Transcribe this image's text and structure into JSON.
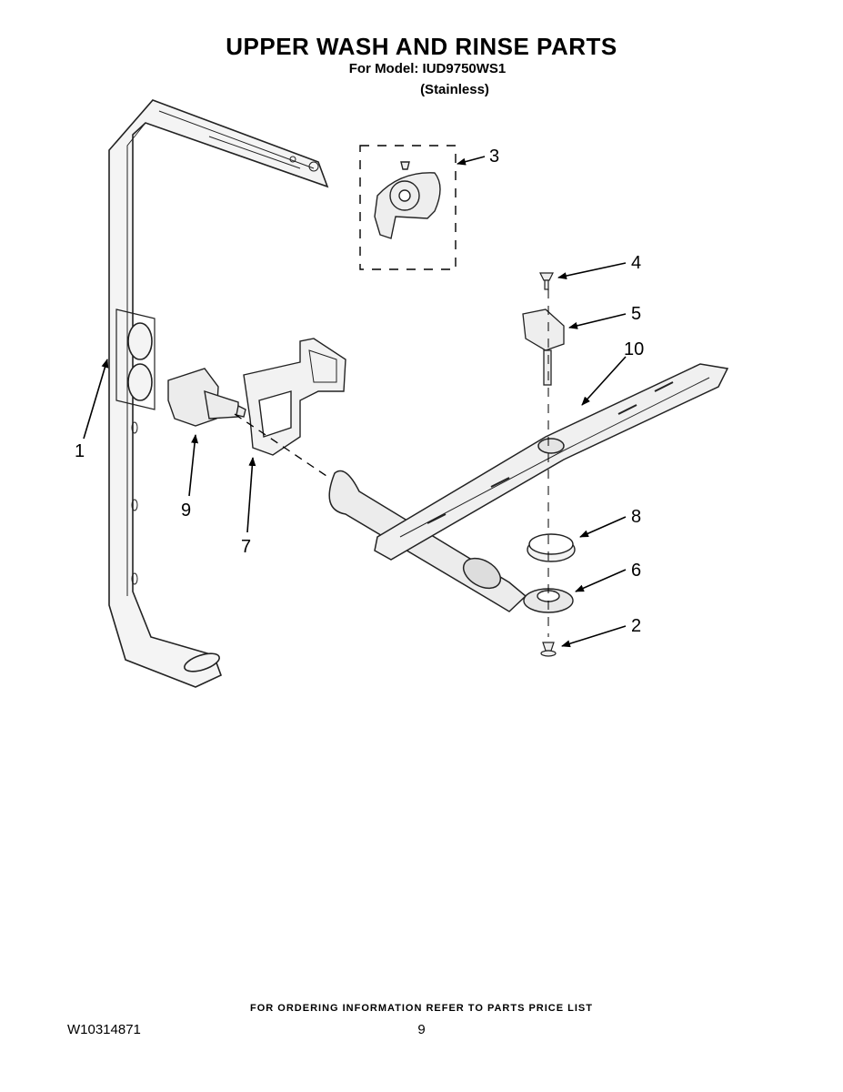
{
  "header": {
    "title": "UPPER WASH AND RINSE PARTS",
    "model_line": "For Model: IUD9750WS1",
    "finish_line": "(Stainless)"
  },
  "callouts": [
    "1",
    "2",
    "3",
    "4",
    "5",
    "6",
    "7",
    "8",
    "9",
    "10"
  ],
  "footer": {
    "ordering_note": "FOR ORDERING INFORMATION REFER TO PARTS PRICE LIST",
    "document_number": "W10314871",
    "page_number": "9"
  }
}
